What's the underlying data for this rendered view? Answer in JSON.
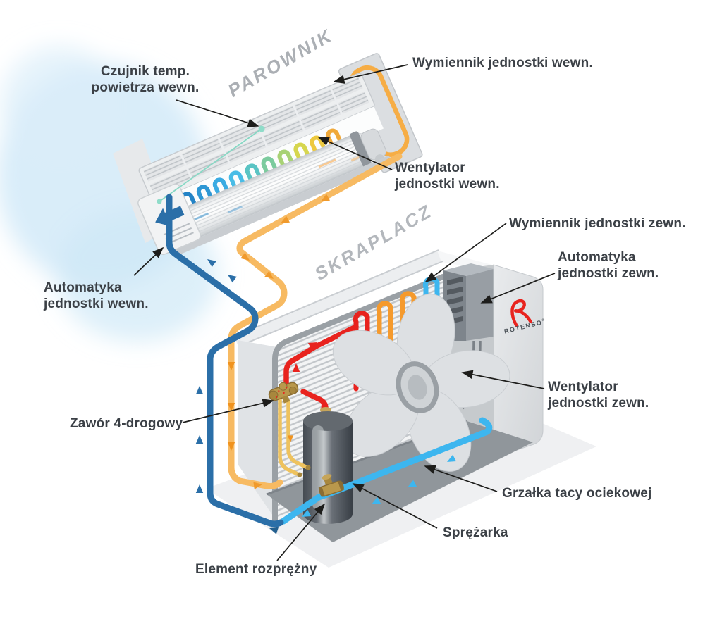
{
  "diagram": {
    "watermarks": {
      "indoor": "PAROWNIK",
      "outdoor": "SKRAPLACZ"
    },
    "logo": {
      "brand": "ROTENSO",
      "registered": "®"
    },
    "labels": {
      "sensor_indoor": {
        "line1": "Czujnik temp.",
        "line2": "powietrza wewn."
      },
      "exchanger_indoor": {
        "line1": "Wymiennik jednostki wewn."
      },
      "fan_indoor": {
        "line1": "Wentylator",
        "line2": "jednostki wewn."
      },
      "controller_indoor": {
        "line1": "Automatyka",
        "line2": "jednostki wewn."
      },
      "exchanger_outdoor": {
        "line1": "Wymiennik jednostki zewn."
      },
      "controller_outdoor": {
        "line1": "Automatyka",
        "line2": "jednostki zewn."
      },
      "fan_outdoor": {
        "line1": "Wentylator",
        "line2": "jednostki zewn."
      },
      "valve_4way": {
        "line1": "Zawór 4-drogowy"
      },
      "drip_tray_heater": {
        "line1": "Grzałka tacy ociekowej"
      },
      "compressor": {
        "line1": "Sprężarka"
      },
      "expansion_element": {
        "line1": "Element rozprężny"
      }
    },
    "colors": {
      "hot_pipe": "#e8231e",
      "warm_pipe": "#f7ba62",
      "cold_pipe": "#2b6fa8",
      "cool_pipe": "#3db6ef",
      "sensor_wire": "#86d8c4",
      "brass": "#b9984c",
      "label_text": "#3b4046",
      "watermark": "#abafb4",
      "logo_red": "#e8231e"
    }
  }
}
